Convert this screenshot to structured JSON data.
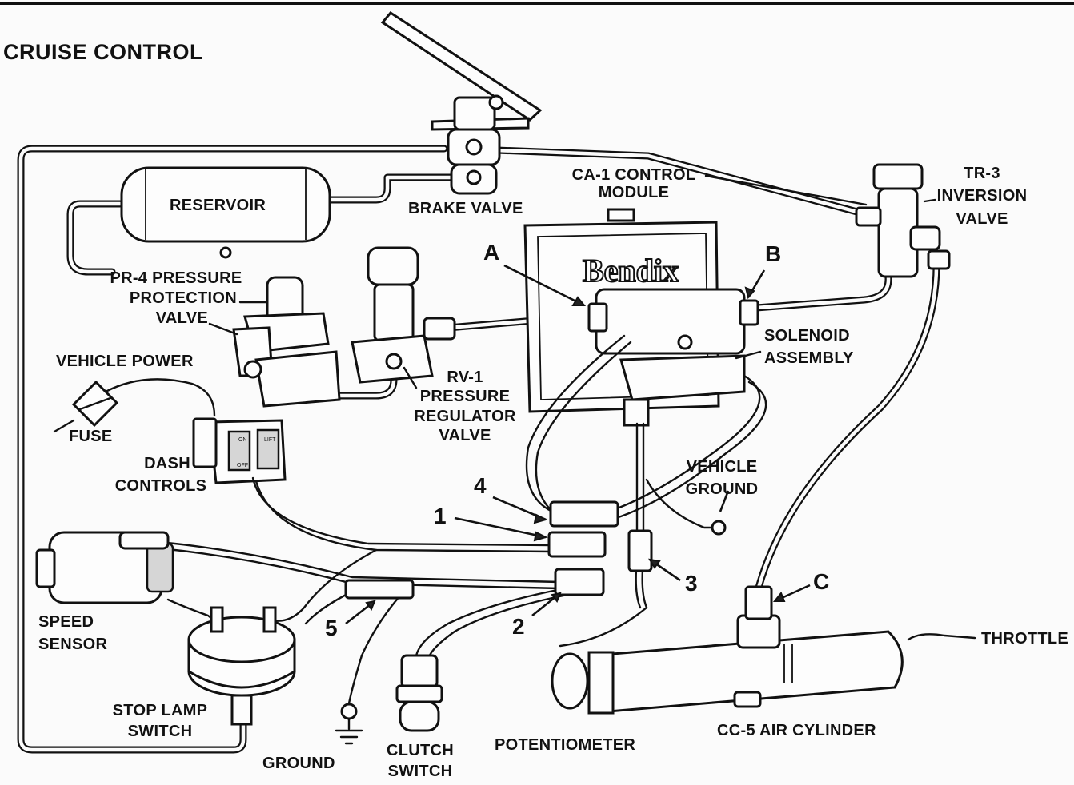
{
  "title": "CRUISE CONTROL",
  "components": {
    "reservoir": "RESERVOIR",
    "brake_valve": "BRAKE VALVE",
    "control_module": [
      "CA-1 CONTROL",
      "MODULE"
    ],
    "inversion_valve": [
      "TR-3",
      "INVERSION",
      "VALVE"
    ],
    "pressure_protection_valve": [
      "PR-4 PRESSURE",
      "PROTECTION",
      "VALVE"
    ],
    "vehicle_power": "VEHICLE POWER",
    "fuse": "FUSE",
    "regulator_valve": [
      "RV-1",
      "PRESSURE",
      "REGULATOR",
      "VALVE"
    ],
    "solenoid_assembly": [
      "SOLENOID",
      "ASSEMBLY"
    ],
    "dash_controls": [
      "DASH",
      "CONTROLS"
    ],
    "vehicle_ground": [
      "VEHICLE",
      "GROUND"
    ],
    "speed_sensor": [
      "SPEED",
      "SENSOR"
    ],
    "stop_lamp_switch": [
      "STOP LAMP",
      "SWITCH"
    ],
    "ground": "GROUND",
    "clutch_switch": [
      "CLUTCH",
      "SWITCH"
    ],
    "potentiometer": "POTENTIOMETER",
    "air_cylinder": "CC-5 AIR CYLINDER",
    "throttle": "THROTTLE",
    "module_brand": "Bendix",
    "switch_on": "ON",
    "switch_off": "OFF",
    "switch_lift": "LIFT"
  },
  "callouts": {
    "A": "A",
    "B": "B",
    "C": "C",
    "n1": "1",
    "n2": "2",
    "n3": "3",
    "n4": "4",
    "n5": "5"
  }
}
